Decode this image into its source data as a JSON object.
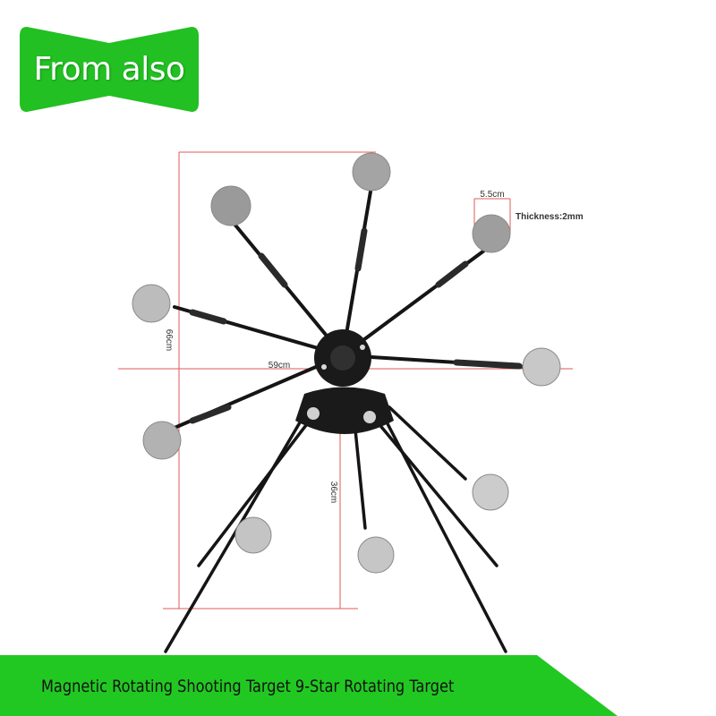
{
  "badge": {
    "text": "From also",
    "color": "#22c022"
  },
  "dimensions": {
    "height": "66cm",
    "width": "59cm",
    "stand_height": "36cm",
    "plate_diameter": "5.5cm",
    "thickness": "Thickness:2mm"
  },
  "caption": {
    "text": "Magnetic Rotating Shooting Target 9-Star Rotating Target",
    "bar_color": "#22c822"
  },
  "colors": {
    "rod": "#151515",
    "plate": "#a8a8a8",
    "dimension_line": "#e05a5a"
  }
}
